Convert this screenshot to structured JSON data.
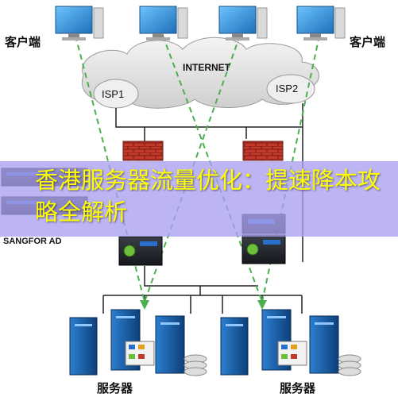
{
  "labels": {
    "client_left": "客户端",
    "client_right": "客户端",
    "internet": "INTERNET",
    "isp1": "ISP1",
    "isp2": "ISP2",
    "sangfor": "SANGFOR AD",
    "server_left": "服务器",
    "server_right": "服务器"
  },
  "banner": {
    "title": "香港服务器流量优化：提速降本攻略全解析"
  },
  "colors": {
    "banner_bg": "#aaa0f0",
    "banner_text": "#ffff00",
    "dashed_link": "#4caf50",
    "firewall": "#c0392b",
    "monitor": "#2a8fd8"
  },
  "icons": [
    "computer-monitor-icon",
    "cloud-icon",
    "firewall-icon",
    "switch-icon",
    "load-balancer-icon",
    "server-tower-icon",
    "disk-stack-icon"
  ]
}
